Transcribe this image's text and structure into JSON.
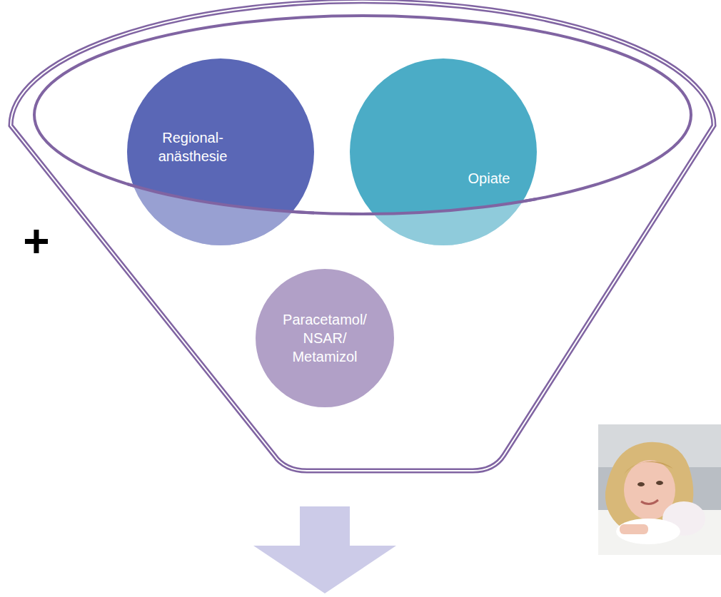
{
  "diagram": {
    "nodes": [
      {
        "text": [
          "Regional- anästhesie"
        ]
      },
      {
        "text": [
          "Opiate"
        ]
      },
      {
        "text": [
          "Paracetamol/ NSAR/ Metamizol"
        ]
      }
    ],
    "labels": [
      "+"
    ]
  }
}
